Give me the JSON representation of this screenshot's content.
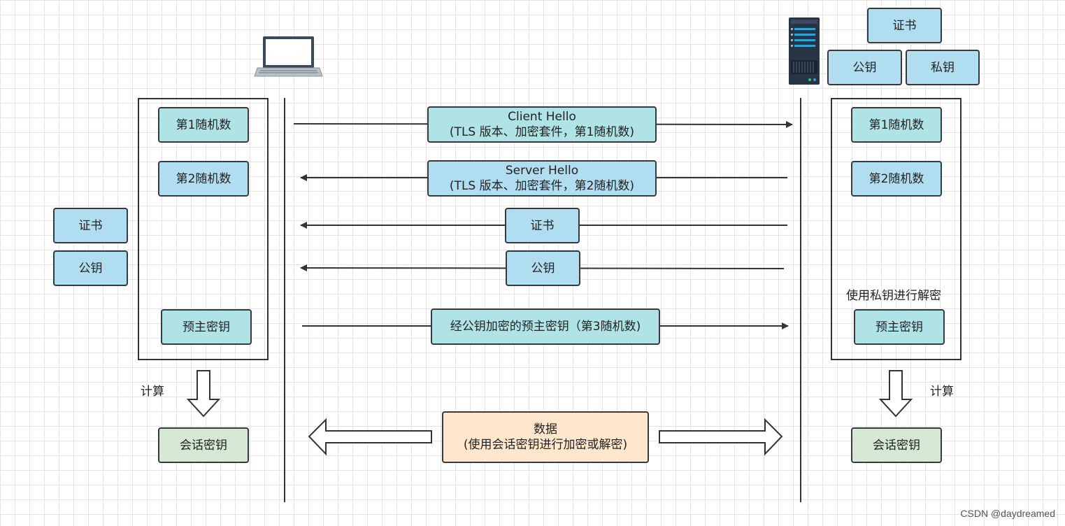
{
  "client": {
    "random1": "第1随机数",
    "random2": "第2随机数",
    "premaster": "预主密钥",
    "certificate": "证书",
    "public_key": "公钥",
    "compute": "计算",
    "session_key": "会话密钥"
  },
  "server": {
    "certificate": "证书",
    "public_key": "公钥",
    "private_key": "私钥",
    "random1": "第1随机数",
    "random2": "第2随机数",
    "decrypt_note": "使用私钥进行解密",
    "premaster": "预主密钥",
    "compute": "计算",
    "session_key": "会话密钥"
  },
  "messages": {
    "client_hello_title": "Client Hello",
    "client_hello_detail": "(TLS 版本、加密套件，第1随机数)",
    "server_hello_title": "Server Hello",
    "server_hello_detail": "(TLS 版本、加密套件，第2随机数)",
    "certificate": "证书",
    "public_key": "公钥",
    "encrypted_premaster": "经公钥加密的预主密钥（第3随机数)",
    "data_title": "数据",
    "data_detail": "(使用会话密钥进行加密或解密)"
  },
  "icons": {
    "client": "laptop-icon",
    "server": "server-icon"
  },
  "colors": {
    "cyan": "#b1ddf0",
    "teal": "#b0e3e6",
    "green": "#d5e8d4",
    "orange": "#ffe6cc"
  },
  "watermark": "CSDN @daydreamed"
}
